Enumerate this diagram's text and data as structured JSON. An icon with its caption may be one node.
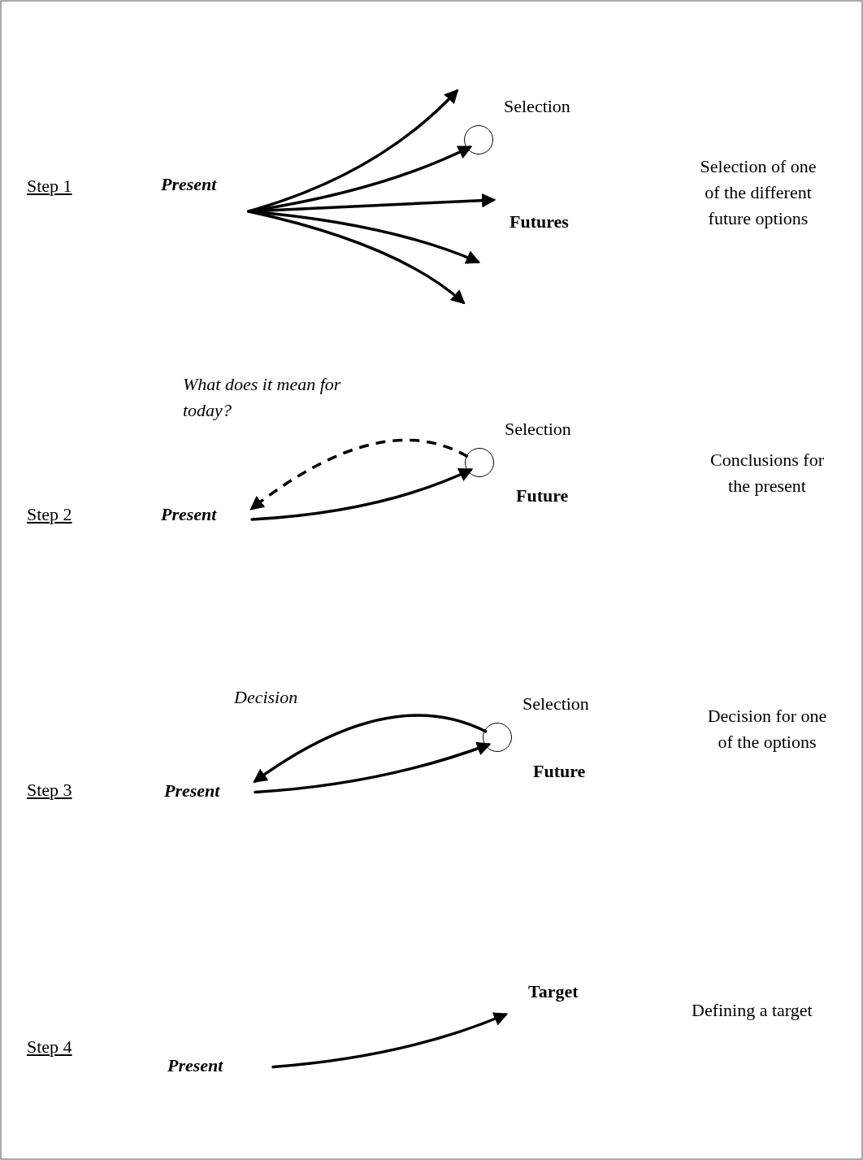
{
  "diagram": {
    "nodes": [
      {
        "text": [
          "Present"
        ]
      },
      {
        "text": [],
        "shape": "circle",
        "beside": [
          "Selection"
        ]
      },
      {
        "text": [
          "Present"
        ]
      },
      {
        "text": [],
        "shape": "circle",
        "beside": [
          "Selection"
        ]
      },
      {
        "text": [
          "Present"
        ]
      },
      {
        "text": [],
        "shape": "circle",
        "beside": [
          "Selection"
        ]
      },
      {
        "text": [
          "Present"
        ]
      }
    ],
    "edges": [
      {
        "from": 0,
        "to": null,
        "arrow": "to"
      },
      {
        "from": 0,
        "to": 1,
        "arrow": "to"
      },
      {
        "from": 0,
        "to": null,
        "arrow": "to"
      },
      {
        "from": 0,
        "to": null,
        "arrow": "to"
      },
      {
        "from": 0,
        "to": null,
        "arrow": "to"
      },
      {
        "from": 2,
        "to": 3,
        "arrow": "to"
      },
      {
        "from": 3,
        "to": 2,
        "arrow": "to",
        "style": "dashed"
      },
      {
        "from": 4,
        "to": 5,
        "arrow": "to"
      },
      {
        "from": 5,
        "to": 4,
        "arrow": "to"
      },
      {
        "from": 6,
        "to": null,
        "arrow": "to"
      }
    ],
    "labels": [
      "Step 1",
      "Selection of one of the different future options",
      "Futures",
      "What does it mean for today?",
      "Conclusions for the present",
      "Step 2",
      "Future",
      "Decision",
      "Decision for one of the options",
      "Step 3",
      "Future",
      "Target",
      "Defining a target",
      "Step 4"
    ]
  }
}
